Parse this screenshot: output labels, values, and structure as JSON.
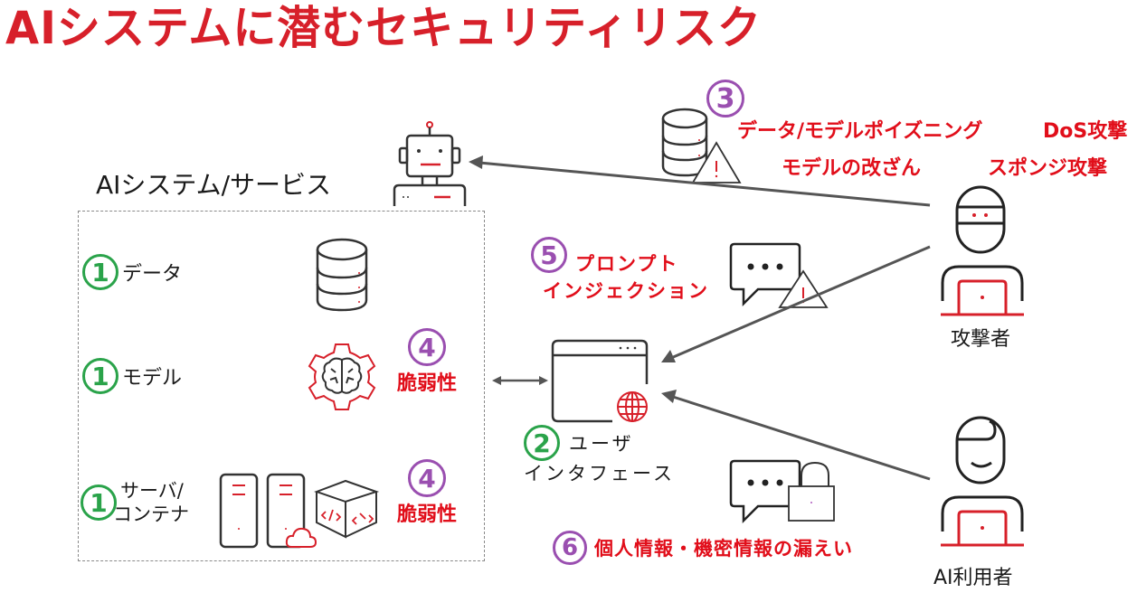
{
  "title": "AIシステムに潜むセキュリティリスク",
  "system": {
    "label": "AIシステム/サービス",
    "components": [
      {
        "number": "1",
        "label": "データ"
      },
      {
        "number": "1",
        "label": "モデル"
      },
      {
        "number": "1",
        "label_line1": "サーバ/",
        "label_line2": "コンテナ"
      }
    ],
    "vulnerabilities": [
      {
        "number": "4",
        "label": "脆弱性"
      },
      {
        "number": "4",
        "label": "脆弱性"
      }
    ]
  },
  "user_interface": {
    "number": "2",
    "label_line1": "ユーザ",
    "label_line2": "インタフェース"
  },
  "risk3": {
    "number": "3",
    "items": [
      "データ/モデルポイズニング",
      "DoS攻撃",
      "モデルの改ざん",
      "スポンジ攻撃"
    ]
  },
  "risk5": {
    "number": "5",
    "label_line1": "プロンプト",
    "label_line2": "インジェクション"
  },
  "risk6": {
    "number": "6",
    "label": "個人情報・機密情報の漏えい"
  },
  "actors": {
    "attacker": "攻撃者",
    "ai_user": "AI利用者"
  },
  "icons": {
    "robot": "robot-icon",
    "database": "database-icon",
    "brain_gear": "brain-gear-icon",
    "servers": "server-icon",
    "container": "container-cube-icon",
    "cloud": "cloud-icon",
    "browser": "browser-window-icon",
    "globe": "globe-icon",
    "chat_warning": "chat-warning-icon",
    "chat_lock": "chat-lock-icon",
    "attacker": "attacker-icon",
    "user": "user-icon"
  },
  "colors": {
    "accent_red": "#e10e1a",
    "title_red": "#d7202a",
    "number_green": "#2aa34a",
    "number_purple": "#9a4fb0",
    "arrow_gray": "#555555"
  }
}
